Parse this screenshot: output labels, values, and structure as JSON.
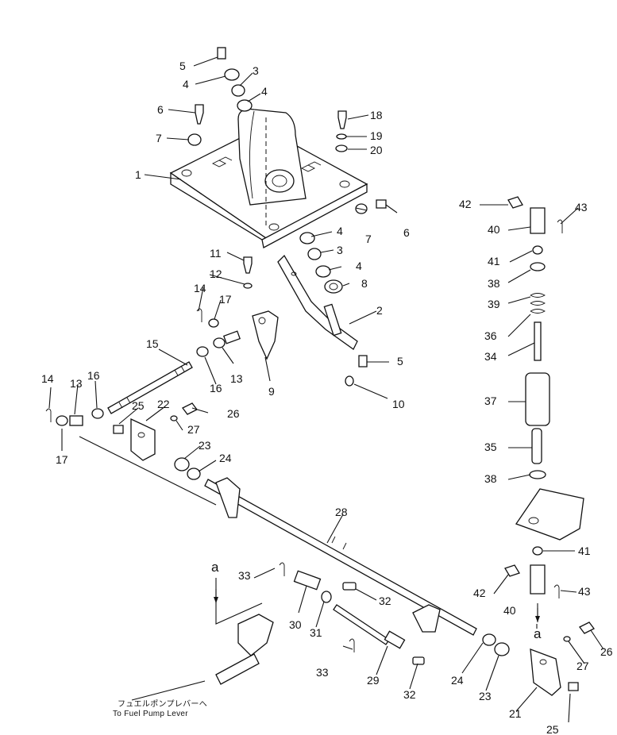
{
  "callouts": [
    {
      "id": "c5a",
      "text": "5"
    },
    {
      "id": "c4a",
      "text": "4"
    },
    {
      "id": "c3a",
      "text": "3"
    },
    {
      "id": "c4b",
      "text": "4"
    },
    {
      "id": "c6a",
      "text": "6"
    },
    {
      "id": "c7a",
      "text": "7"
    },
    {
      "id": "c1",
      "text": "1"
    },
    {
      "id": "c18",
      "text": "18"
    },
    {
      "id": "c19",
      "text": "19"
    },
    {
      "id": "c20",
      "text": "20"
    },
    {
      "id": "c7b",
      "text": "7"
    },
    {
      "id": "c6b",
      "text": "6"
    },
    {
      "id": "c4c",
      "text": "4"
    },
    {
      "id": "c3b",
      "text": "3"
    },
    {
      "id": "c4d",
      "text": "4"
    },
    {
      "id": "c8",
      "text": "8"
    },
    {
      "id": "c2",
      "text": "2"
    },
    {
      "id": "c5b",
      "text": "5"
    },
    {
      "id": "c10",
      "text": "10"
    },
    {
      "id": "c11",
      "text": "11"
    },
    {
      "id": "c12",
      "text": "12"
    },
    {
      "id": "c14a",
      "text": "14"
    },
    {
      "id": "c17a",
      "text": "17"
    },
    {
      "id": "c13a",
      "text": "13"
    },
    {
      "id": "c9",
      "text": "9"
    },
    {
      "id": "c15",
      "text": "15"
    },
    {
      "id": "c16a",
      "text": "16"
    },
    {
      "id": "c14b",
      "text": "14"
    },
    {
      "id": "c13b",
      "text": "13"
    },
    {
      "id": "c16b",
      "text": "16"
    },
    {
      "id": "c17b",
      "text": "17"
    },
    {
      "id": "c25a",
      "text": "25"
    },
    {
      "id": "c22",
      "text": "22"
    },
    {
      "id": "c26a",
      "text": "26"
    },
    {
      "id": "c27a",
      "text": "27"
    },
    {
      "id": "c23a",
      "text": "23"
    },
    {
      "id": "c24a",
      "text": "24"
    },
    {
      "id": "c28",
      "text": "28"
    },
    {
      "id": "c33a",
      "text": "33"
    },
    {
      "id": "c32a",
      "text": "32"
    },
    {
      "id": "c30",
      "text": "30"
    },
    {
      "id": "c31",
      "text": "31"
    },
    {
      "id": "c33b",
      "text": "33"
    },
    {
      "id": "c29",
      "text": "29"
    },
    {
      "id": "c32b",
      "text": "32"
    },
    {
      "id": "c24b",
      "text": "24"
    },
    {
      "id": "c23b",
      "text": "23"
    },
    {
      "id": "c21",
      "text": "21"
    },
    {
      "id": "c25b",
      "text": "25"
    },
    {
      "id": "c27b",
      "text": "27"
    },
    {
      "id": "c26b",
      "text": "26"
    },
    {
      "id": "c42a",
      "text": "42"
    },
    {
      "id": "c43a",
      "text": "43"
    },
    {
      "id": "c40a",
      "text": "40"
    },
    {
      "id": "c41a",
      "text": "41"
    },
    {
      "id": "c38a",
      "text": "38"
    },
    {
      "id": "c39",
      "text": "39"
    },
    {
      "id": "c36",
      "text": "36"
    },
    {
      "id": "c34",
      "text": "34"
    },
    {
      "id": "c37",
      "text": "37"
    },
    {
      "id": "c35",
      "text": "35"
    },
    {
      "id": "c38b",
      "text": "38"
    },
    {
      "id": "c41b",
      "text": "41"
    },
    {
      "id": "c42b",
      "text": "42"
    },
    {
      "id": "c43b",
      "text": "43"
    },
    {
      "id": "c40b",
      "text": "40"
    }
  ],
  "markers": {
    "a_left": "a",
    "a_right": "a"
  },
  "note": {
    "japanese": "フュエルポンプレバーへ",
    "english": "To Fuel Pump Lever"
  }
}
